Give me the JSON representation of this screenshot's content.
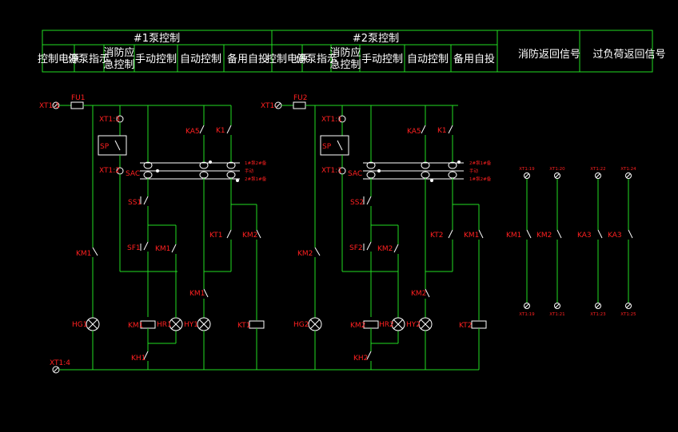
{
  "header": {
    "pump1_title": "#1泵控制",
    "pump2_title": "#2泵控制",
    "p1": [
      "控制电源",
      "停泵指示",
      "消防应急控制",
      "手动控制",
      "自动控制",
      "备用自投"
    ],
    "p2": [
      "控制电源",
      "停泵指示",
      "消防应急控制",
      "手动控制",
      "自动控制",
      "备用自投"
    ],
    "fire_return": "消防返回信号",
    "overload_return": "过负荷返回信号"
  },
  "pump1": {
    "terminal_in": "XT1:1",
    "fuse": "FU1",
    "t_sp_top": "XT1:3",
    "sp": "SP",
    "t_sp_bot": "XT1:2",
    "sac": "SAC",
    "ka5": "KA5",
    "k1": "K1",
    "sel1": "1#泵2#备",
    "sel2": "手动",
    "sel3": "2#泵1#备",
    "ss": "SS1",
    "sf": "SF1",
    "km_hold": "KM1",
    "kt": "KT1",
    "km_aux": "KM2",
    "km_left": "KM1",
    "km_mid": "KM1",
    "hg": "HG1",
    "coil": "KM1",
    "hr": "HR1",
    "hy": "HY1",
    "coil_t": "KT1",
    "kh": "KH1"
  },
  "pump2": {
    "terminal_in": "XT1:",
    "fuse": "FU2",
    "t_sp_top": "XT1:1",
    "sp": "SP",
    "t_sp_bot": "XT1:1",
    "sac": "SAC",
    "ka5": "KA5",
    "k1": "K1",
    "sel1": "2#泵1#备",
    "sel2": "手动",
    "sel3": "1#泵2#备",
    "ss": "SS2",
    "sf": "SF2",
    "km_hold": "KM2",
    "kt": "KT2",
    "km_aux": "KM1",
    "km_left": "KM2",
    "km_mid": "KM2",
    "hg": "HG2",
    "coil": "KM2",
    "hr": "HR2",
    "hy": "HY2",
    "coil_t": "KT2",
    "kh": "KH2"
  },
  "return_signals": {
    "top_terminals": [
      "XT1:19",
      "XT1:20",
      "XT1:22",
      "XT1:24"
    ],
    "contacts": [
      "KM1",
      "KM2",
      "KA3",
      "KA3"
    ],
    "bottom_terminals": [
      "XT1:19",
      "XT1:21",
      "XT1:23",
      "XT1:25"
    ]
  },
  "common": {
    "terminal_n": "XT1:4"
  }
}
